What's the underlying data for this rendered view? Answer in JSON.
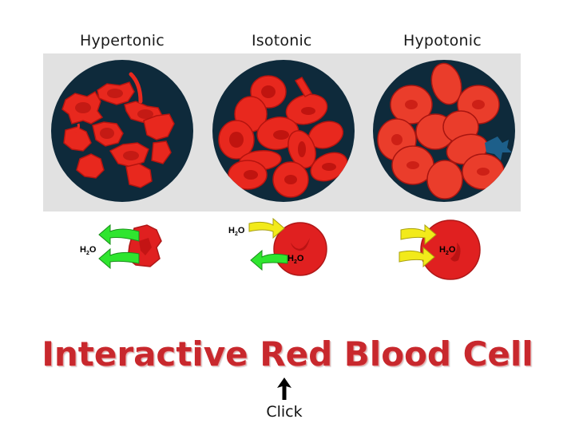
{
  "headings": {
    "hypertonic": "Hypertonic",
    "isotonic": "Isotonic",
    "hypotonic": "Hypotonic"
  },
  "panels": [
    {
      "condition": "Hypertonic",
      "cell_state": "shriveled / crenated cells"
    },
    {
      "condition": "Isotonic",
      "cell_state": "normal biconcave cells"
    },
    {
      "condition": "Hypotonic",
      "cell_state": "swollen cells, one bursting"
    }
  ],
  "diagrams": {
    "hypertonic": {
      "water_label": "H2O",
      "flow": "out",
      "arrow_color": "#2fe52f"
    },
    "isotonic": {
      "water_label_outside": "H2O",
      "water_label_inside": "H2O",
      "flow": "in-and-out",
      "in_arrow_color": "#f2ea1a",
      "out_arrow_color": "#2fe52f"
    },
    "hypotonic": {
      "water_label": "H2O",
      "flow": "in",
      "arrow_color": "#f2ea1a"
    }
  },
  "title": "Interactive Red Blood Cell",
  "click_label": "Click",
  "colors": {
    "panel_bg": "#e1e1e1",
    "disk_bg": "#0e2a3b",
    "cell_red": "#e8281e",
    "title_red": "#c8282d"
  }
}
